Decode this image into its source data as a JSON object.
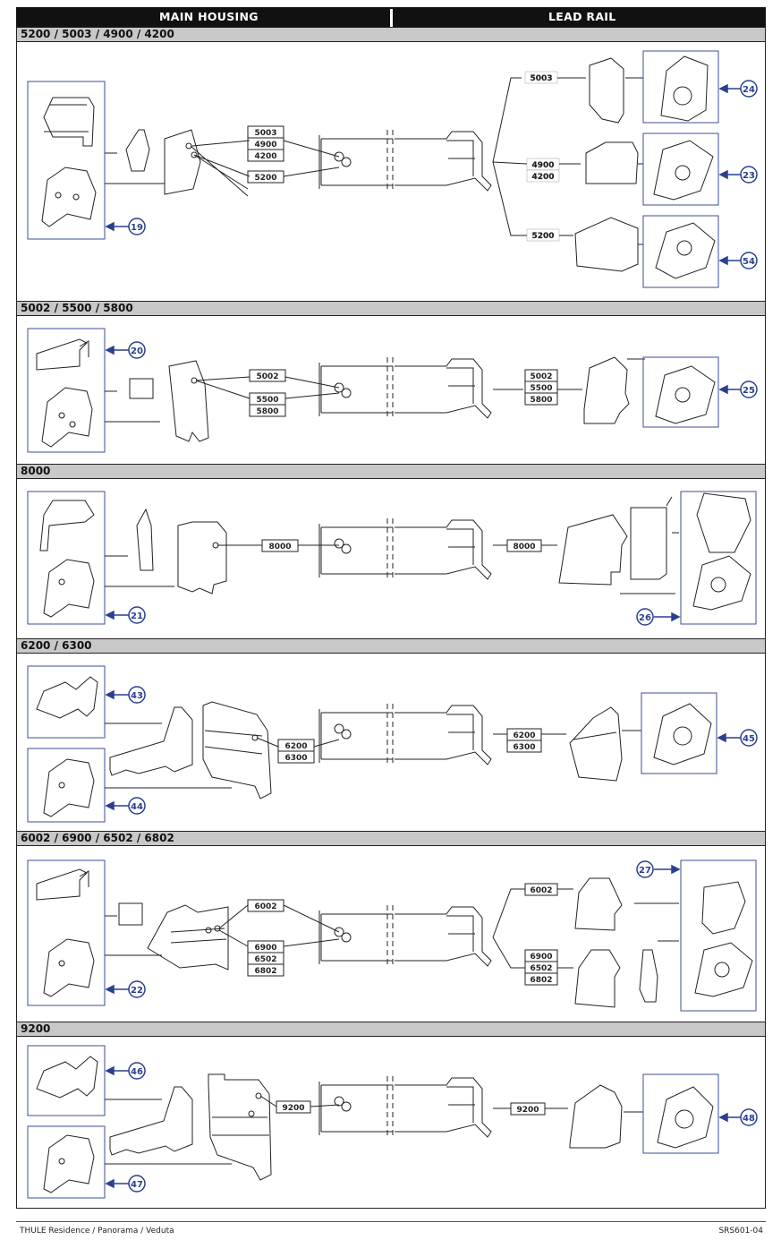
{
  "header": {
    "left": "MAIN HOUSING",
    "right": "LEAD RAIL"
  },
  "sections": [
    {
      "title": "5200 / 5003 / 4900 / 4200",
      "housing_labels": [
        "5003",
        "4900",
        "4200",
        "5200"
      ],
      "rail_labels": [
        "5003",
        "4900",
        "4200",
        "5200"
      ],
      "callouts": [
        "19",
        "24",
        "23",
        "54"
      ]
    },
    {
      "title": "5002 / 5500 / 5800",
      "housing_labels": [
        "5002",
        "5500",
        "5800"
      ],
      "rail_labels": [
        "5002",
        "5500",
        "5800"
      ],
      "callouts": [
        "20",
        "25"
      ]
    },
    {
      "title": "8000",
      "housing_labels": [
        "8000"
      ],
      "rail_labels": [
        "8000"
      ],
      "callouts": [
        "21",
        "26"
      ]
    },
    {
      "title": "6200 / 6300",
      "housing_labels": [
        "6200",
        "6300"
      ],
      "rail_labels": [
        "6200",
        "6300"
      ],
      "callouts": [
        "43",
        "44",
        "45"
      ]
    },
    {
      "title": "6002 / 6900 / 6502 / 6802",
      "housing_labels": [
        "6002",
        "6900",
        "6502",
        "6802"
      ],
      "rail_labels": [
        "6002",
        "6900",
        "6502",
        "6802"
      ],
      "callouts": [
        "22",
        "27"
      ]
    },
    {
      "title": "9200",
      "housing_labels": [
        "9200"
      ],
      "rail_labels": [
        "9200"
      ],
      "callouts": [
        "46",
        "47",
        "48"
      ]
    }
  ],
  "footer": {
    "left": "THULE Residence / Panorama / Veduta",
    "right": "SRS601-04"
  },
  "colors": {
    "callout": "#2b3f8f",
    "box": "#3b4c9a",
    "title_bar": "#c8c8c8"
  }
}
